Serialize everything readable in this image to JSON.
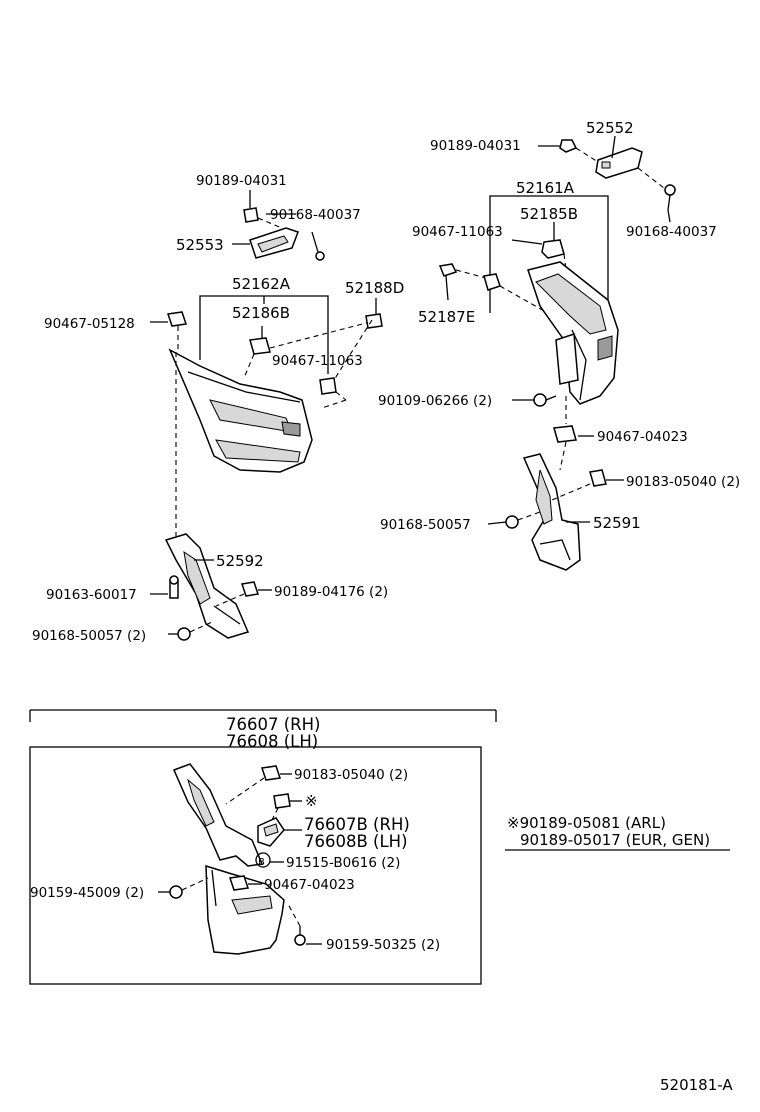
{
  "labels": {
    "p52552": "52552",
    "p90189_04031_r": "90189-04031",
    "p90168_40037_r": "90168-40037",
    "p52161A": "52161A",
    "p52185B": "52185B",
    "p90467_11063_r": "90467-11063",
    "p52187E": "52187E",
    "p90109_06266": "90109-06266 (2)",
    "p90467_04023_r": "90467-04023",
    "p90183_05040_r": "90183-05040 (2)",
    "p90168_50057_r": "90168-50057",
    "p52591": "52591",
    "p90189_04031_l": "90189-04031",
    "p90168_40037_l": "90168-40037",
    "p52553": "52553",
    "p52162A": "52162A",
    "p52186B": "52186B",
    "p52188D": "52188D",
    "p90467_05128": "90467-05128",
    "p90467_11063_l": "90467-11063",
    "p52592": "52592",
    "p90163_60017": "90163-60017",
    "p90189_04176": "90189-04176 (2)",
    "p90168_50057_l": "90168-50057 (2)",
    "p76607": "76607 (RH)",
    "p76608": "76608 (LH)",
    "p90183_05040_b": "90183-05040 (2)",
    "p76607B": "76607B (RH)",
    "p76608B": "76608B (LH)",
    "p91515": "91515-B0616 (2)",
    "p90467_04023_b": "90467-04023",
    "p90159_45009": "90159-45009 (2)",
    "p90159_50325": "90159-50325 (2)",
    "star_mark": "※",
    "b_mark": "B",
    "note_line1": "※90189-05081 (ARL)",
    "note_line2": "90189-05017 (EUR, GEN)",
    "figure_code": "520181-A"
  }
}
